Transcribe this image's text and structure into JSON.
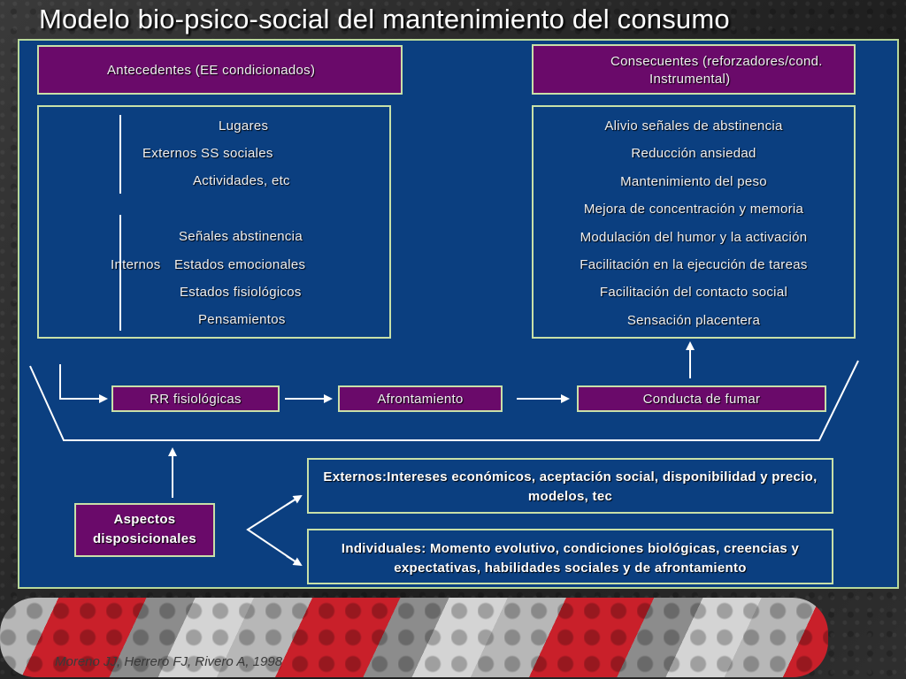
{
  "title": "Modelo bio-psico-social del mantenimiento del consumo",
  "antecedentes": {
    "header": "Antecedentes (EE condicionados)",
    "externos": {
      "label": "Externos SS sociales",
      "items": [
        "Lugares",
        "Actividades, etc"
      ]
    },
    "internos": {
      "label": "Internos",
      "items": [
        "Señales abstinencia",
        "Estados emocionales",
        "Estados fisiológicos",
        "Pensamientos"
      ]
    }
  },
  "consecuentes": {
    "header_line1": "Consecuentes (reforzadores/cond.",
    "header_line2": "Instrumental)",
    "items": [
      "Alivio señales de abstinencia",
      "Reducción ansiedad",
      "Mantenimiento del peso",
      "Mejora de concentración y memoria",
      "Modulación del humor y la activación",
      "Facilitación en la ejecución de tareas",
      "Facilitación del contacto social",
      "Sensación placentera"
    ]
  },
  "flow": {
    "rr": "RR fisiológicas",
    "afrontamiento": "Afrontamiento",
    "conducta": "Conducta de fumar"
  },
  "disposicionales": {
    "label_line1": "Aspectos",
    "label_line2": "disposicionales",
    "externos_line1": "Externos:Intereses económicos, aceptación social, disponibilidad y precio,",
    "externos_line2": "modelos, tec",
    "individuales_line1": "Individuales: Momento evolutivo, condiciones biológicas, creencias y",
    "individuales_line2": "expectativas, habilidades sociales y de afrontamiento"
  },
  "credit": "Moreno JJ, Herrero FJ, Rivero A, 1998",
  "colors": {
    "panel": "#0b3f80",
    "box_fill": "#6a0a6a",
    "border": "#c8e0a8"
  }
}
